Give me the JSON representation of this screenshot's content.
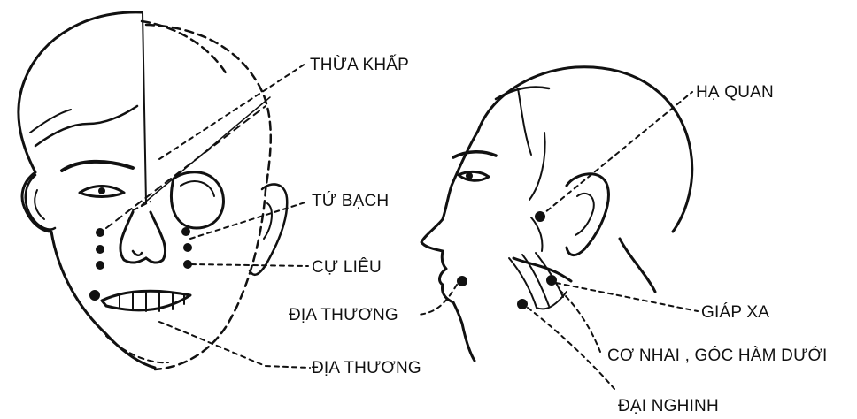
{
  "labels": {
    "thua_khap": "THỪA KHẤP",
    "tu_bach": "TỨ BẠCH",
    "cu_lieu": "CỰ LIÊU",
    "dia_thuong_front": "ĐỊA THƯƠNG",
    "dia_thuong_side": "ĐỊA THƯƠNG",
    "ha_quan": "HẠ QUAN",
    "giap_xa": "GIÁP XA",
    "co_nhai": "CƠ NHAI , GÓC HÀM DƯỚI",
    "dai_nghinh": "ĐẠI NGHINH"
  }
}
